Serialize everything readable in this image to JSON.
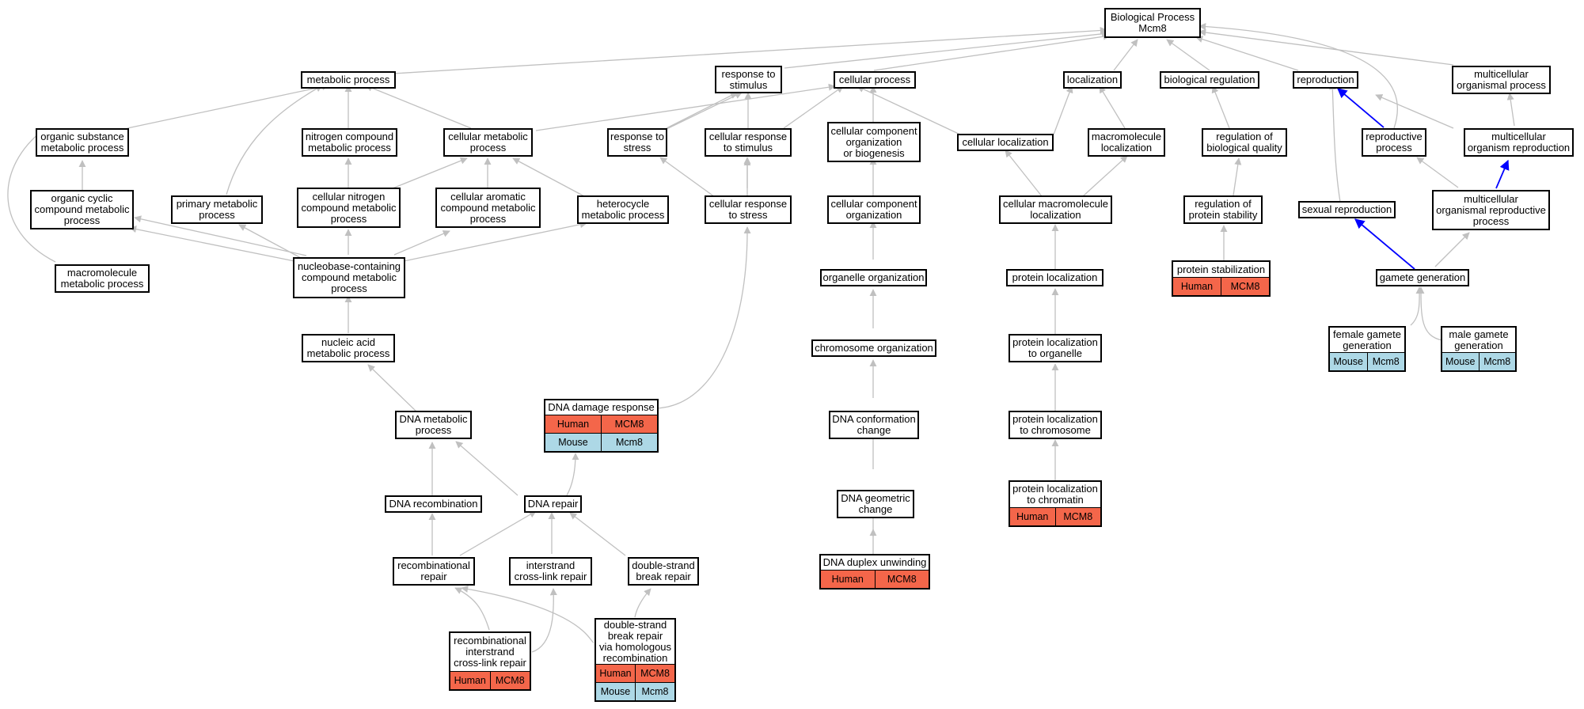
{
  "colors": {
    "human": "#f4664a",
    "mouse": "#add8e6",
    "edge": "#c0c0c0",
    "highlight": "#0000ff"
  },
  "nodes": {
    "biological_process": "Biological Process\nMcm8",
    "metabolic_process": "metabolic process",
    "response_to_stimulus": "response to\nstimulus",
    "cellular_process": "cellular process",
    "localization": "localization",
    "biological_regulation": "biological regulation",
    "reproduction": "reproduction",
    "multicellular_organismal_process": "multicellular\norganismal process",
    "organic_substance_metabolic_process": "organic substance\nmetabolic process",
    "nitrogen_compound_metabolic_process": "nitrogen compound\nmetabolic process",
    "cellular_metabolic_process": "cellular metabolic\nprocess",
    "response_to_stress": "response to\nstress",
    "cellular_response_to_stimulus": "cellular response\nto stimulus",
    "cellular_component_organization_or_biogenesis": "cellular component\norganization\nor biogenesis",
    "cellular_localization": "cellular localization",
    "macromolecule_localization": "macromolecule\nlocalization",
    "regulation_of_biological_quality": "regulation of\nbiological quality",
    "reproductive_process": "reproductive\nprocess",
    "multicellular_organism_reproduction": "multicellular\norganism reproduction",
    "organic_cyclic_compound_metabolic_process": "organic cyclic\ncompound metabolic\nprocess",
    "primary_metabolic_process": "primary metabolic\nprocess",
    "cellular_nitrogen_compound_metabolic_process": "cellular nitrogen\ncompound metabolic\nprocess",
    "cellular_aromatic_compound_metabolic_process": "cellular aromatic\ncompound metabolic\nprocess",
    "heterocycle_metabolic_process": "heterocycle\nmetabolic process",
    "cellular_response_to_stress": "cellular response\nto stress",
    "cellular_component_organization": "cellular component\norganization",
    "cellular_macromolecule_localization": "cellular macromolecule\nlocalization",
    "regulation_of_protein_stability": "regulation of\nprotein stability",
    "sexual_reproduction": "sexual reproduction",
    "multicellular_organismal_reproductive_process": "multicellular\norganismal reproductive\nprocess",
    "macromolecule_metabolic_process": "macromolecule\nmetabolic process",
    "nucleobase_containing_compound_metabolic_process": "nucleobase-containing\ncompound metabolic\nprocess",
    "organelle_organization": "organelle organization",
    "protein_localization": "protein localization",
    "protein_stabilization": "protein stabilization",
    "gamete_generation": "gamete generation",
    "nucleic_acid_metabolic_process": "nucleic acid\nmetabolic process",
    "female_gamete_generation": "female gamete\ngeneration",
    "male_gamete_generation": "male gamete\ngeneration",
    "chromosome_organization": "chromosome organization",
    "protein_localization_to_organelle": "protein localization\nto organelle",
    "dna_metabolic_process": "DNA metabolic\nprocess",
    "dna_damage_response": "DNA damage response",
    "dna_conformation_change": "DNA conformation\nchange",
    "protein_localization_to_chromosome": "protein localization\nto chromosome",
    "dna_recombination": "DNA recombination",
    "dna_repair": "DNA repair",
    "dna_geometric_change": "DNA geometric\nchange",
    "protein_localization_to_chromatin": "protein localization\nto chromatin",
    "recombinational_repair": "recombinational\nrepair",
    "interstrand_cross_link_repair": "interstrand\ncross-link repair",
    "double_strand_break_repair": "double-strand\nbreak repair",
    "dna_duplex_unwinding": "DNA duplex unwinding",
    "recombinational_interstrand_cross_link_repair": "recombinational\ninterstrand\ncross-link repair",
    "double_strand_break_repair_via_homologous_recombination": "double-strand\nbreak repair\nvia homologous\nrecombination"
  },
  "annotations": {
    "human": {
      "species": "Human",
      "gene": "MCM8"
    },
    "mouse": {
      "species": "Mouse",
      "gene": "Mcm8"
    }
  }
}
